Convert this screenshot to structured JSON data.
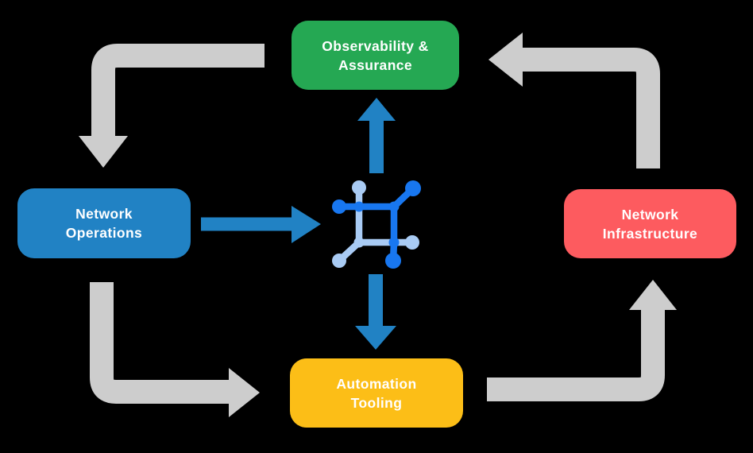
{
  "canvas": {
    "background_color": "#000000",
    "text_color": "#ffffff"
  },
  "nodes": {
    "observability": {
      "line1": "Observability &",
      "line2": "Assurance",
      "color": "#25A853"
    },
    "operations": {
      "line1": "Network",
      "line2": "Operations",
      "color": "#2182C4"
    },
    "infrastructure": {
      "line1": "Network",
      "line2": "Infrastructure",
      "color": "#FD5B5F"
    },
    "automation": {
      "line1": "Automation",
      "line2": "Tooling",
      "color": "#FCBE17"
    }
  },
  "hub_icon": {
    "name": "network-hub-icon",
    "dark_blue": "#1877F0",
    "light_blue": "#A9CBF4"
  },
  "arrows": {
    "cycle_color": "#CDCDCD",
    "hub_color": "#2182C4",
    "cycle_items": [
      {
        "name": "observability-to-operations"
      },
      {
        "name": "operations-to-automation"
      },
      {
        "name": "automation-to-infrastructure"
      },
      {
        "name": "infrastructure-to-observability"
      }
    ],
    "hub_items": [
      {
        "name": "operations-to-hub"
      },
      {
        "name": "hub-to-observability"
      },
      {
        "name": "hub-to-automation"
      }
    ]
  }
}
